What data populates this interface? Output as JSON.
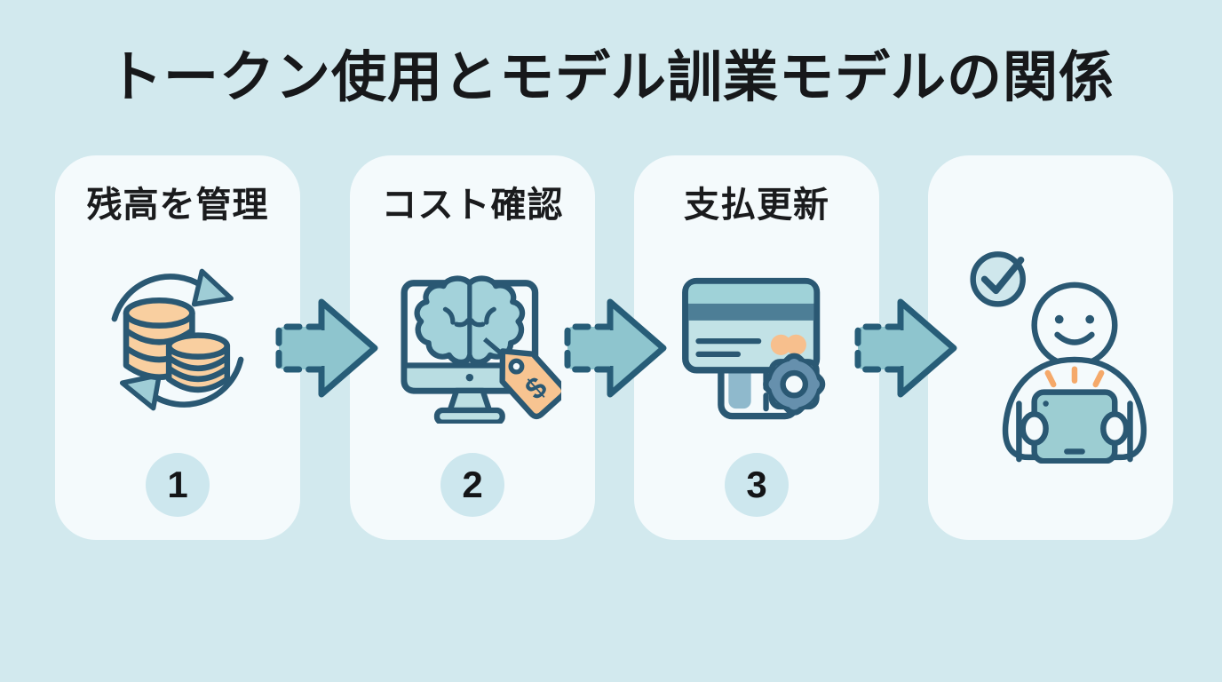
{
  "title": "トークン使用とモデル訓業モデルの関係",
  "steps": [
    {
      "label": "残高を管理",
      "number": "1",
      "icon": "coins-sync-icon"
    },
    {
      "label": "コスト確認",
      "number": "2",
      "icon": "monitor-brain-price-tag-icon"
    },
    {
      "label": "支払更新",
      "number": "3",
      "icon": "credit-card-gear-icon"
    },
    {
      "label": "",
      "number": "",
      "icon": "person-tablet-check-icon"
    }
  ],
  "connector_icon": "arrow-right-icon",
  "colors": {
    "page_background": "#d2e9ee",
    "card_background": "#f4fafc",
    "outline_dark_blue": "#2a5873",
    "arrow_teal": "#8ec5ce",
    "coin_orange": "#f9cfa0",
    "tag_orange": "#f7c491",
    "brain_teal": "#a3d2da",
    "gear_blue": "#6690ad",
    "badge_blue": "#cde7ee",
    "text_black": "#17181a"
  }
}
